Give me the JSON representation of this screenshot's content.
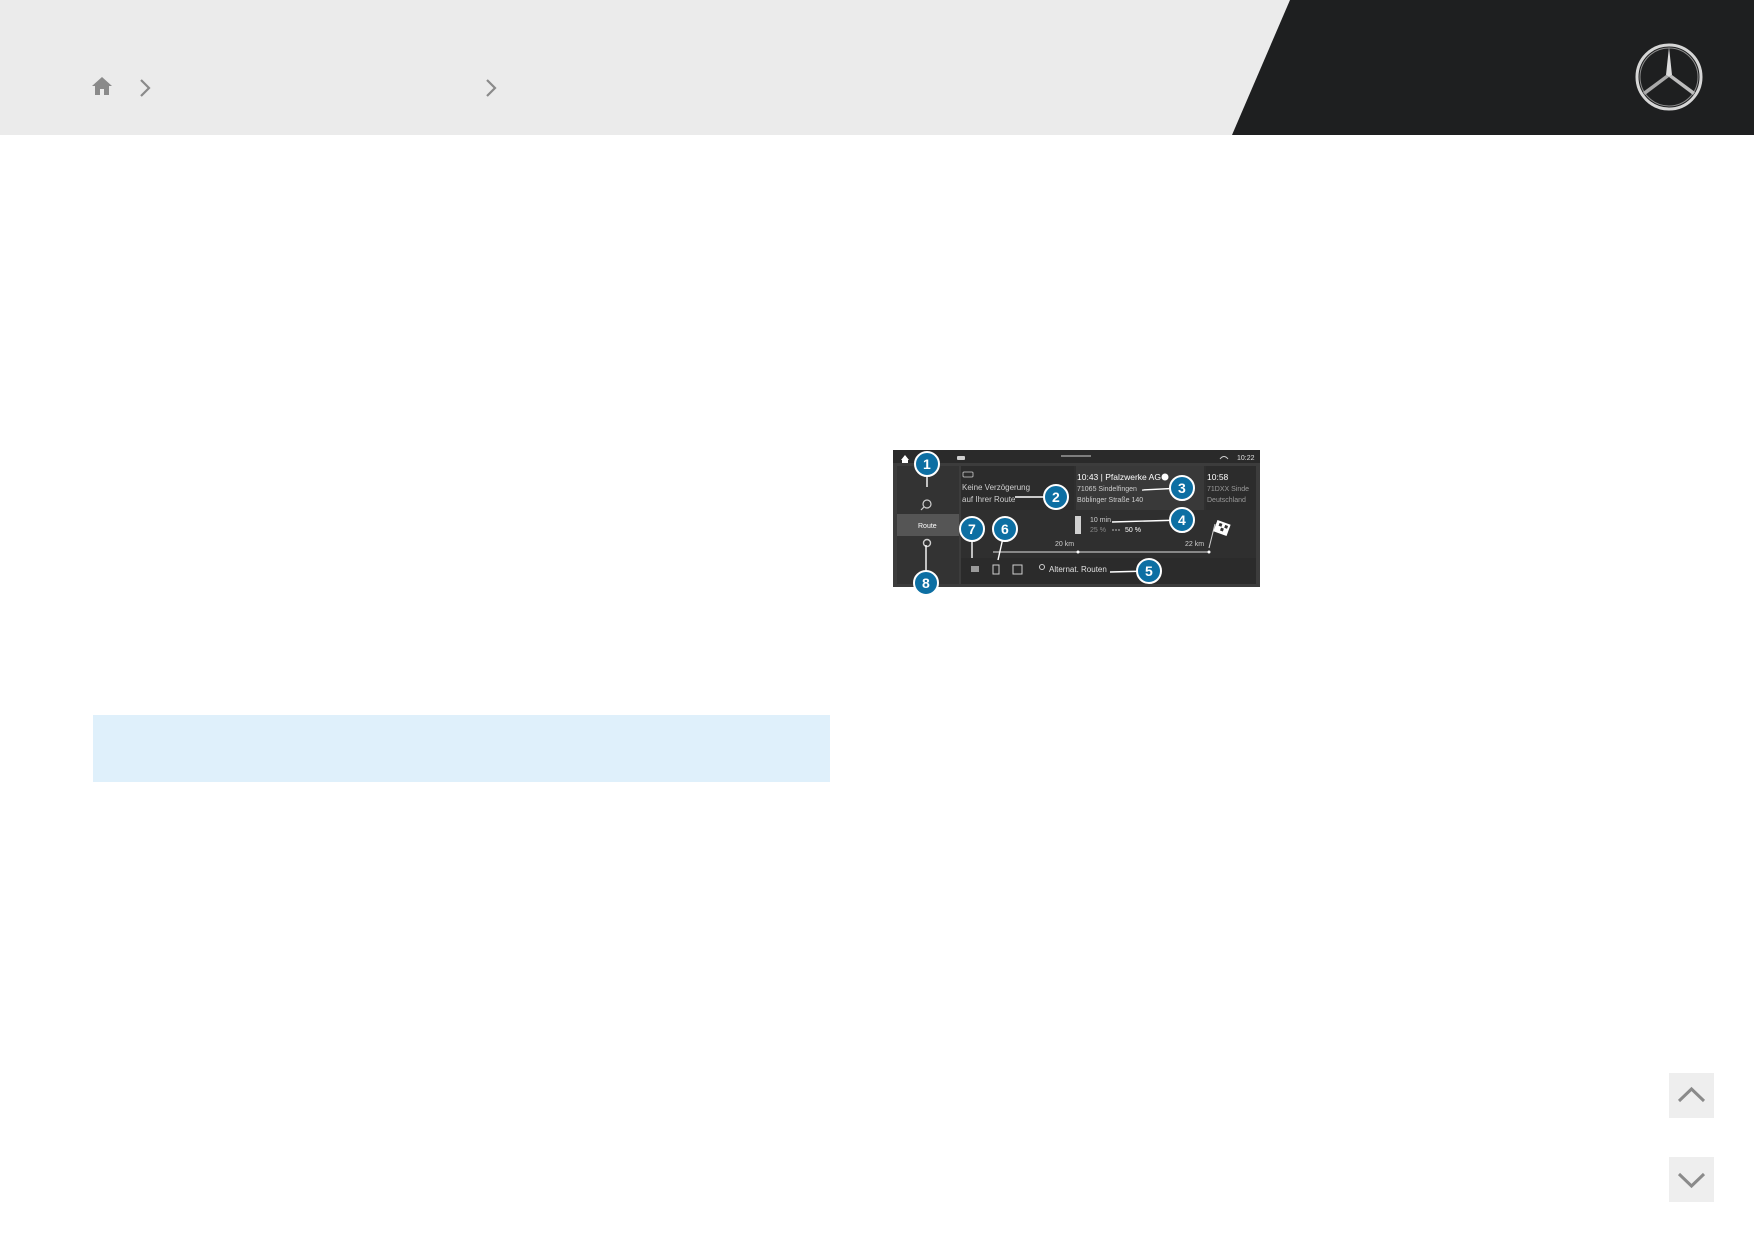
{
  "header": {
    "breadcrumb": [],
    "icons": [
      "home-icon",
      "chevron-right-icon",
      "mercedes-star-logo"
    ]
  },
  "figure": {
    "statusbar_time": "10:22",
    "left_menu": {
      "route_label": "Route"
    },
    "traffic": {
      "line1": "Keine Verzögerung",
      "line2": "auf Ihrer Route"
    },
    "destination": {
      "eta": "10:43 | Pfalzwerke AG",
      "city": "71065 Sindelfingen",
      "street": "Böblinger Straße 140"
    },
    "next_destination": {
      "eta": "10:58",
      "city": "71DXX Sinde",
      "country": "Deutschland"
    },
    "charging": {
      "duration": "10 min",
      "soc_from": "25 %",
      "soc_to": "50 %"
    },
    "distances": {
      "first": "20 km",
      "second": "22 km"
    },
    "alt_routes_label": "Alternat. Routen",
    "callouts": [
      "1",
      "2",
      "3",
      "4",
      "5",
      "6",
      "7",
      "8"
    ]
  },
  "colors": {
    "header_bg": "#ebebeb",
    "header_dark": "#1e1f20",
    "callout_blue": "#0d6fa3",
    "info_box": "#dff0fb"
  },
  "nav": {
    "up_icon": "chevron-up-icon",
    "down_icon": "chevron-down-icon"
  }
}
